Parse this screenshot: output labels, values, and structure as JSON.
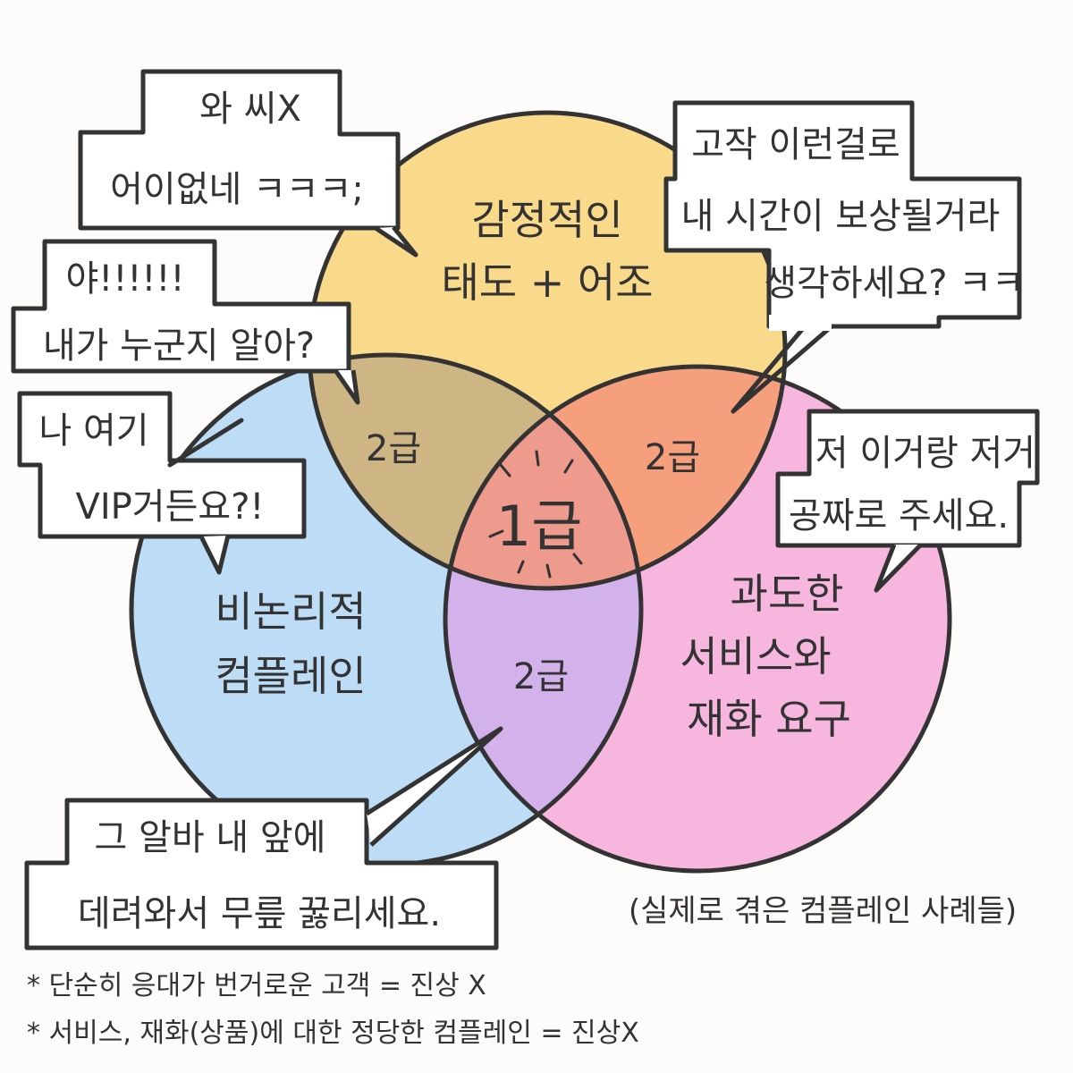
{
  "colors": {
    "emotional": "#f9d98a",
    "illogical": "#bddcf5",
    "excessive": "#f6b6de",
    "overlap_emotional_illogical": "#cdb584",
    "overlap_emotional_excessive": "#f59f7c",
    "overlap_illogical_excessive": "#d3b2ec",
    "center": "#ee9a8c",
    "ink": "#333333"
  },
  "circles": {
    "emotional": [
      "감정적인",
      "태도 + 어조"
    ],
    "illogical": [
      "비논리적",
      "컴플레인"
    ],
    "excessive": [
      "과도한",
      "서비스와",
      "재화 요구"
    ]
  },
  "regions": {
    "emotional_illogical": "2급",
    "emotional_excessive": "2급",
    "illogical_excessive": "2급",
    "center": "1급"
  },
  "bubbles": [
    [
      "와 씨X",
      "어이없네 ㅋㅋㅋ;"
    ],
    [
      "고작 이런걸로",
      "내 시간이 보상될거라",
      "생각하세요? ㅋㅋ"
    ],
    [
      "야!!!!!!",
      "내가 누군지 알아?"
    ],
    [
      "나 여기",
      "VIP거든요?!"
    ],
    [
      "저 이거랑 저거",
      "공짜로 주세요."
    ],
    [
      "그 알바 내 앞에",
      "데려와서 무릎 꿇리세요."
    ]
  ],
  "caption": "(실제로 겪은 컴플레인 사례들)",
  "notes": [
    "* 단순히 응대가 번거로운 고객 = 진상 X",
    "* 서비스, 재화(상품)에 대한 정당한 컴플레인 = 진상X"
  ]
}
